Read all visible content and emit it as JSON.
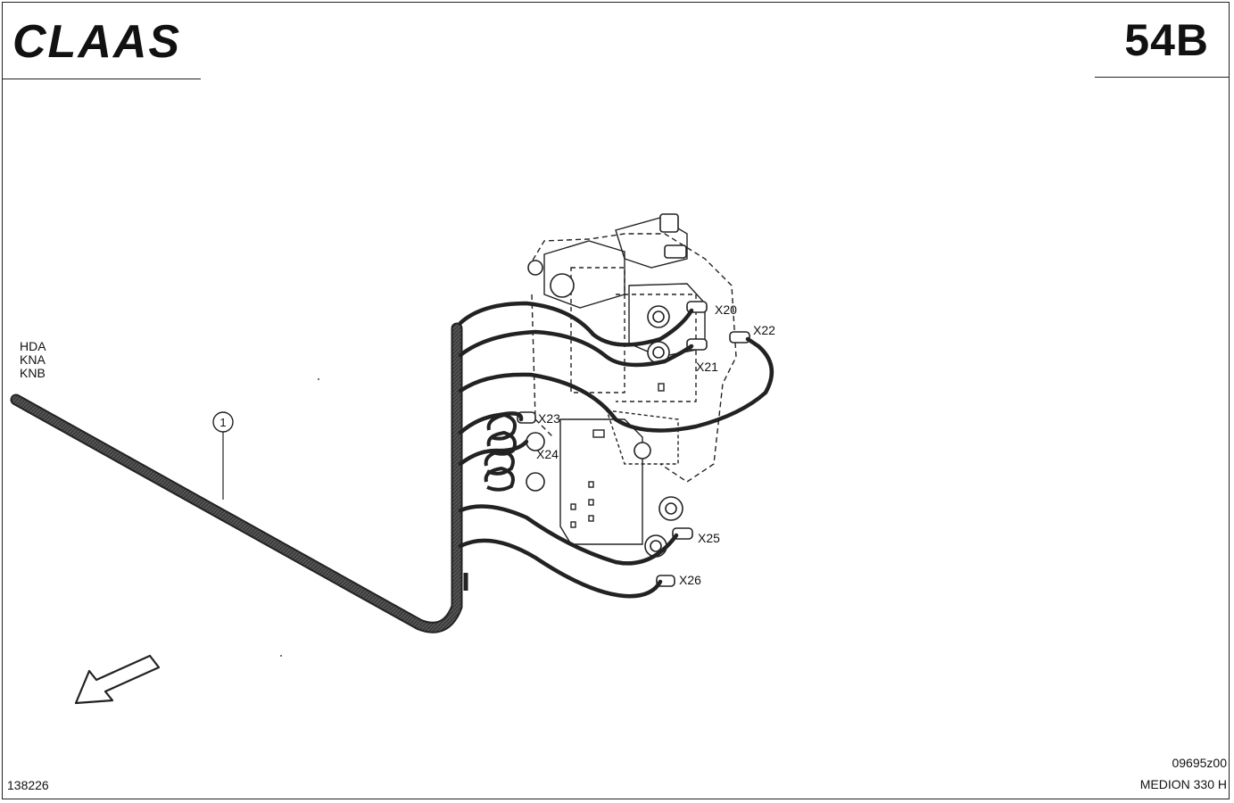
{
  "header": {
    "brand": "CLAAS",
    "page_code": "54B"
  },
  "side_labels": [
    "HDA",
    "KNA",
    "KNB"
  ],
  "callouts": [
    {
      "id": "callout-1",
      "text": "1"
    }
  ],
  "connectors": [
    {
      "id": "x20",
      "text": "X20"
    },
    {
      "id": "x21",
      "text": "X21"
    },
    {
      "id": "x22",
      "text": "X22"
    },
    {
      "id": "x23",
      "text": "X23"
    },
    {
      "id": "x24",
      "text": "X24"
    },
    {
      "id": "x25",
      "text": "X25"
    },
    {
      "id": "x26",
      "text": "X26"
    }
  ],
  "footer": {
    "doc_number": "138226",
    "drawing_number": "09695z00",
    "model": "MEDION 330 H"
  },
  "icons": {
    "brand_logo": "claas-logo",
    "direction": "direction-arrow-icon"
  }
}
